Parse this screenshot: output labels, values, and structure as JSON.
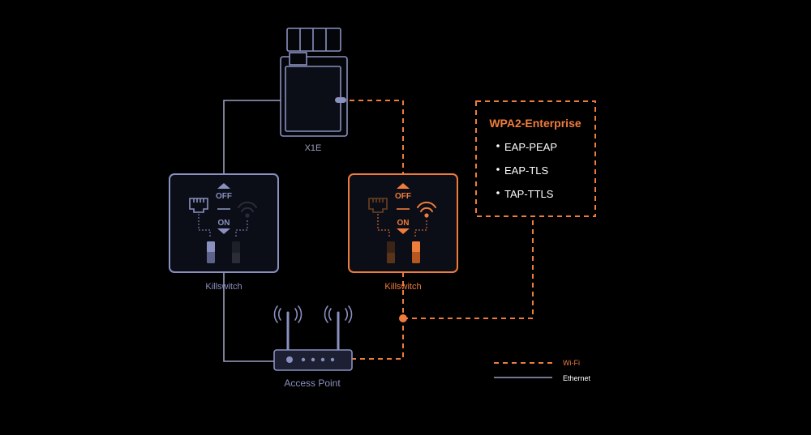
{
  "colors": {
    "background": "#000000",
    "wifi": "#f07c3c",
    "ethernet": "#9aa0bf",
    "device_stroke": "#8a90bf",
    "panel_fill": "#0c0e17"
  },
  "device": {
    "label": "X1E",
    "icon": "keyboard-tablet-icon"
  },
  "killswitch_ethernet": {
    "label": "Killswitch",
    "off_label": "OFF",
    "on_label": "ON",
    "ethernet_icon": "ethernet-port-icon",
    "wifi_icon": "wifi-icon",
    "active": "ethernet"
  },
  "killswitch_wifi": {
    "label": "Killswitch",
    "off_label": "OFF",
    "on_label": "ON",
    "ethernet_icon": "ethernet-port-icon",
    "wifi_icon": "wifi-icon",
    "active": "wifi"
  },
  "access_point": {
    "label": "Access Point",
    "icon": "router-icon"
  },
  "security": {
    "title": "WPA2-Enterprise",
    "methods": [
      "EAP-PEAP",
      "EAP-TLS",
      "TAP-TTLS"
    ]
  },
  "legend": {
    "wifi_label": "Wi-Fi",
    "ethernet_label": "Ethernet"
  }
}
